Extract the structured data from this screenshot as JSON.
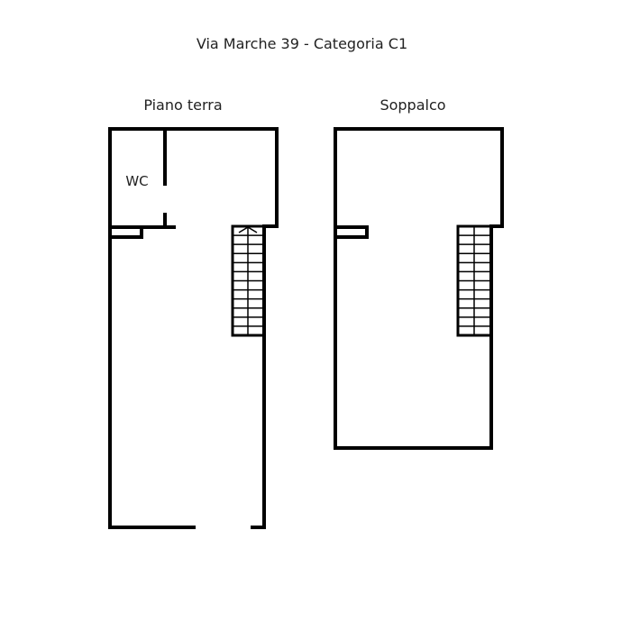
{
  "title": "Via Marche 39 - Categoria C1",
  "plans": {
    "ground": {
      "label": "Piano terra",
      "room_label": "WC"
    },
    "mezzanine": {
      "label": "Soppalco"
    }
  },
  "stairs": {
    "steps": 12
  },
  "colors": {
    "wall": "#000000",
    "background": "#ffffff",
    "text": "#222222"
  }
}
